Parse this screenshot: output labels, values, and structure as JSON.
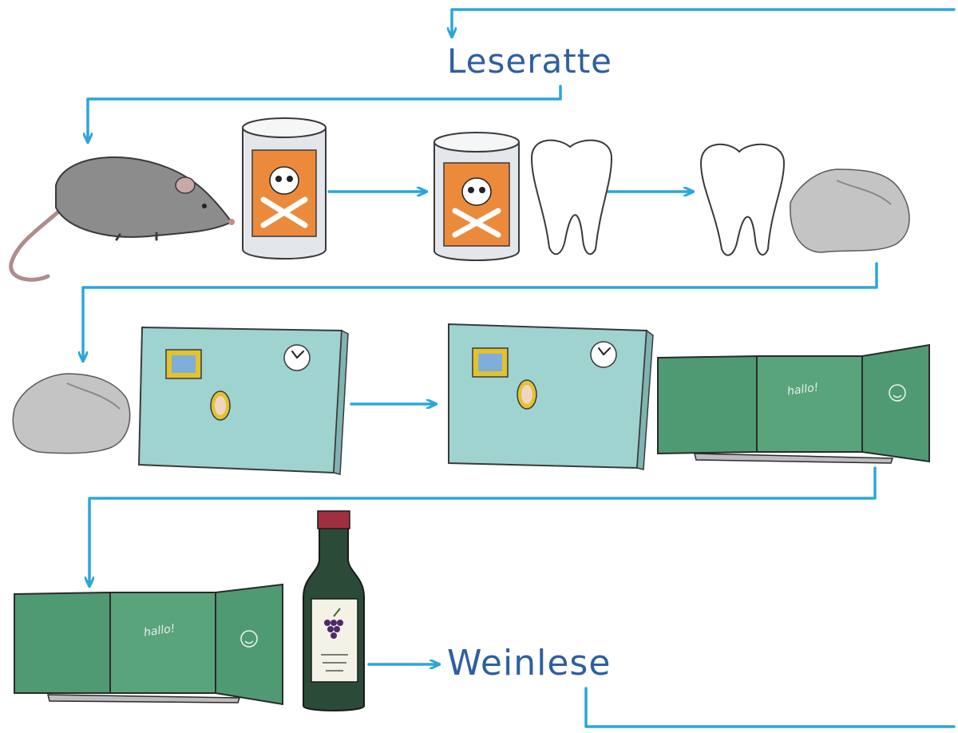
{
  "words": {
    "start": "Leseratte",
    "end": "Weinlese"
  },
  "board_text": "hallo!",
  "colors": {
    "arrow": "#2ba6dc",
    "word": "#2f5fa0",
    "rat": "#8c8c8c",
    "poison_label": "#ec8a3c",
    "pinboard": "#9fd3d0",
    "chalkboard": "#4f9a72",
    "rock": "#c4c4c4",
    "wine_bottle": "#2c4a38",
    "frame": "#e2c230"
  },
  "icons": [
    "rat",
    "poison-can",
    "tooth",
    "rock",
    "pinboard",
    "chalkboard",
    "wine-bottle"
  ]
}
